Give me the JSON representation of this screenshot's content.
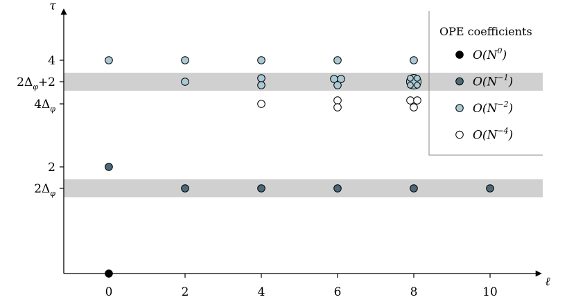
{
  "chart_data": {
    "type": "scatter",
    "xlabel": "ℓ",
    "ylabel": "τ",
    "grid": false,
    "xlim": [
      -1.2,
      11.5
    ],
    "x_ticks": [
      0,
      2,
      4,
      6,
      8,
      10
    ],
    "y_ticks": [
      {
        "label": "4",
        "key": "four"
      },
      {
        "label": "2Δφ+2",
        "key": "two_dphi_plus_two"
      },
      {
        "label": "4Δφ",
        "key": "four_dphi"
      },
      {
        "label": "2",
        "key": "two"
      },
      {
        "label": "2Δφ",
        "key": "two_dphi"
      }
    ],
    "bands": [
      {
        "level": "two_dphi_plus_two"
      },
      {
        "level": "two_dphi"
      }
    ],
    "legend": {
      "title": "OPE coefficients",
      "position": "top-right",
      "entries": [
        {
          "label": "O(N0)",
          "base": "N",
          "exp": "0",
          "color": "#000000"
        },
        {
          "label": "O(N−1)",
          "base": "N",
          "exp": "−1",
          "color": "#4d6878"
        },
        {
          "label": "O(N−2)",
          "base": "N",
          "exp": "−2",
          "color": "#a9c9d4"
        },
        {
          "label": "O(N−4)",
          "base": "N",
          "exp": "−4",
          "color": "#ffffff"
        }
      ]
    },
    "series": [
      {
        "order": "O(N0)",
        "points": [
          {
            "x": 0,
            "y": "zero"
          }
        ]
      },
      {
        "order": "O(N−1)",
        "points": [
          {
            "x": 0,
            "y": "two"
          },
          {
            "x": 2,
            "y": "two_dphi"
          },
          {
            "x": 4,
            "y": "two_dphi"
          },
          {
            "x": 6,
            "y": "two_dphi"
          },
          {
            "x": 8,
            "y": "two_dphi"
          },
          {
            "x": 10,
            "y": "two_dphi"
          }
        ]
      },
      {
        "order": "O(N−2)",
        "points": [
          {
            "x": 0,
            "y": "four"
          },
          {
            "x": 2,
            "y": "four"
          },
          {
            "x": 4,
            "y": "four"
          },
          {
            "x": 6,
            "y": "four"
          },
          {
            "x": 8,
            "y": "four"
          },
          {
            "x": 2,
            "y": "two_dphi_plus_two",
            "count": 1
          },
          {
            "x": 4,
            "y": "two_dphi_plus_two",
            "count": 2
          },
          {
            "x": 6,
            "y": "two_dphi_plus_two",
            "count": 3
          },
          {
            "x": 8,
            "y": "two_dphi_plus_two",
            "count": 4
          }
        ]
      },
      {
        "order": "O(N−4)",
        "points": [
          {
            "x": 4,
            "y": "four_dphi",
            "count": 1
          },
          {
            "x": 6,
            "y": "four_dphi",
            "count": 2
          },
          {
            "x": 8,
            "y": "four_dphi",
            "count": 3
          }
        ]
      }
    ]
  }
}
